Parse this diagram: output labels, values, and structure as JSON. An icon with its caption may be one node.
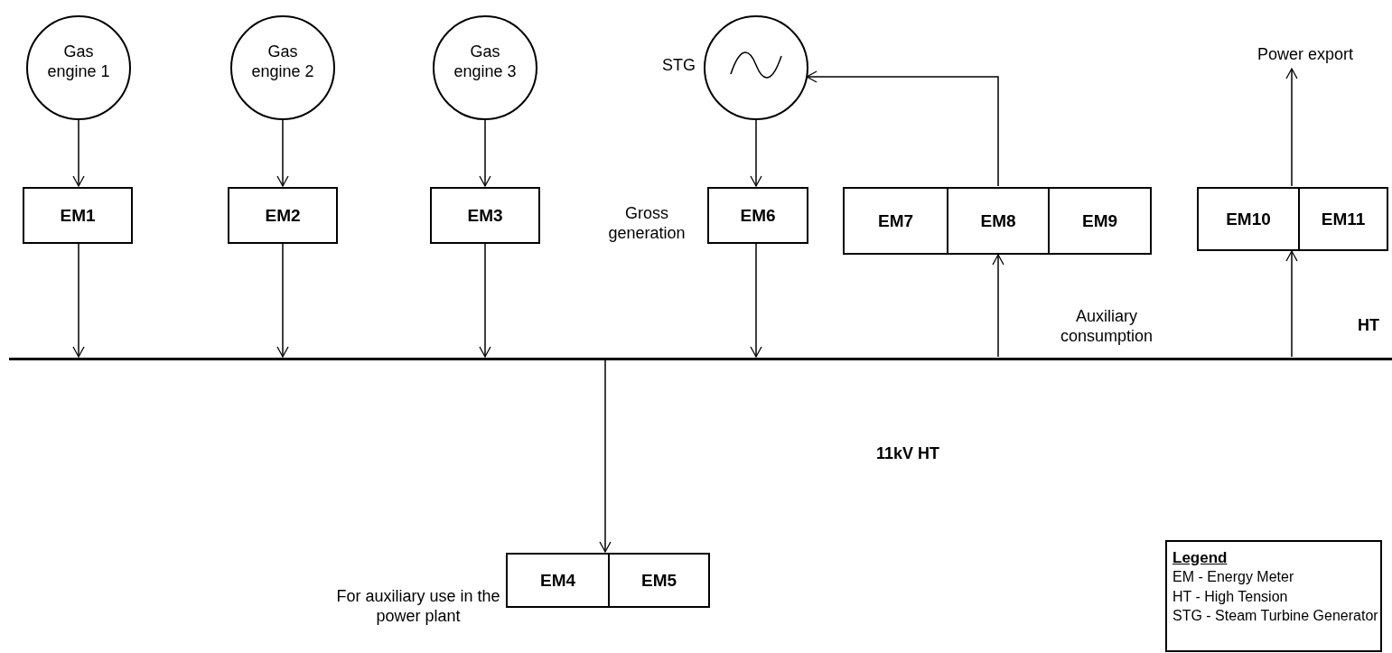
{
  "diagram": {
    "nodes": [
      {
        "text": [
          "Gas engine 1"
        ]
      },
      {
        "text": [
          "Gas engine 2"
        ]
      },
      {
        "text": [
          "Gas engine 3"
        ]
      },
      {
        "text": [
          "STG"
        ]
      },
      {
        "text": [
          "EM1"
        ]
      },
      {
        "text": [
          "EM2"
        ]
      },
      {
        "text": [
          "EM3"
        ]
      },
      {
        "text": [
          "EM6"
        ],
        "beside": [
          "Gross generation"
        ]
      },
      {
        "text": [
          "EM7"
        ]
      },
      {
        "text": [
          "EM8"
        ]
      },
      {
        "text": [
          "EM9"
        ]
      },
      {
        "text": [
          "EM10"
        ]
      },
      {
        "text": [
          "EM11"
        ]
      },
      {
        "text": [],
        "shape": "bar"
      },
      {
        "text": [
          "EM4"
        ],
        "beside": [
          "For auxiliary use in the power plant"
        ]
      },
      {
        "text": [
          "EM5"
        ]
      },
      {
        "text": [
          "Power export"
        ]
      }
    ],
    "edges": [
      {
        "from": 0,
        "to": 4,
        "arrow": "to"
      },
      {
        "from": 1,
        "to": 5,
        "arrow": "to"
      },
      {
        "from": 2,
        "to": 6,
        "arrow": "to"
      },
      {
        "from": 3,
        "to": 7,
        "arrow": "to"
      },
      {
        "from": 4,
        "to": 13,
        "arrow": "to"
      },
      {
        "from": 5,
        "to": 13,
        "arrow": "to"
      },
      {
        "from": 6,
        "to": 13,
        "arrow": "to"
      },
      {
        "from": 7,
        "to": 13,
        "arrow": "to"
      },
      {
        "from": 13,
        "to": 9,
        "arrow": "to"
      },
      {
        "from": 9,
        "to": 3,
        "arrow": "to"
      },
      {
        "from": 13,
        "to": 11,
        "arrow": "to"
      },
      {
        "from": 11,
        "to": 16,
        "arrow": "to"
      },
      {
        "from": 13,
        "to": 14,
        "arrow": "to"
      }
    ],
    "labels": [
      "Auxiliary consumption",
      "HT",
      "11kV HT",
      "Legend"
    ],
    "legend": [
      {
        "text": "EM - Energy Meter"
      },
      {
        "text": "HT - High Tension"
      },
      {
        "text": "STG - Steam Turbine Generator"
      }
    ]
  }
}
